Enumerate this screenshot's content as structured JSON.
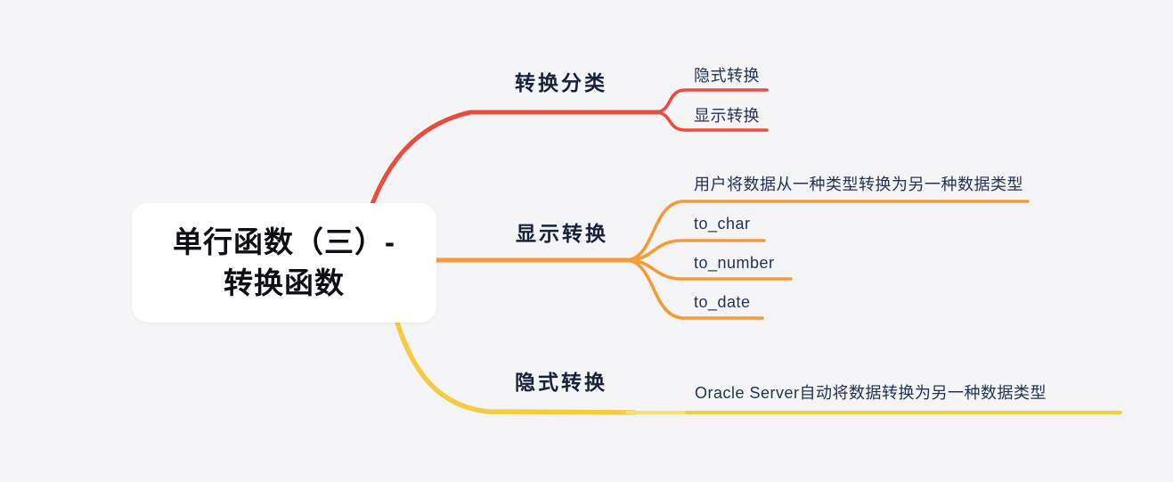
{
  "canvas": {
    "background": "#f5f5f7"
  },
  "palette": {
    "branch_red": "#e94b3d",
    "branch_orange": "#f59c3a",
    "branch_yellow": "#f8c942",
    "label_bold_text": "#16213c",
    "child_text": "#223354",
    "root_bg": "#ffffff",
    "root_text": "#0d0f14"
  },
  "root": {
    "line1": "单行函数（三）-",
    "line2": "转换函数"
  },
  "branches": [
    {
      "label": "转换分类",
      "color": "#e94b3d",
      "children": [
        {
          "label": "隐式转换"
        },
        {
          "label": "显示转换"
        }
      ]
    },
    {
      "label": "显示转换",
      "color": "#f59c3a",
      "children": [
        {
          "label": "用户将数据从一种类型转换为另一种数据类型"
        },
        {
          "label": "to_char"
        },
        {
          "label": "to_number"
        },
        {
          "label": "to_date"
        }
      ]
    },
    {
      "label": "隐式转换",
      "color": "#f8c942",
      "children": [
        {
          "label": "Oracle Server自动将数据转换为另一种数据类型"
        }
      ]
    }
  ]
}
